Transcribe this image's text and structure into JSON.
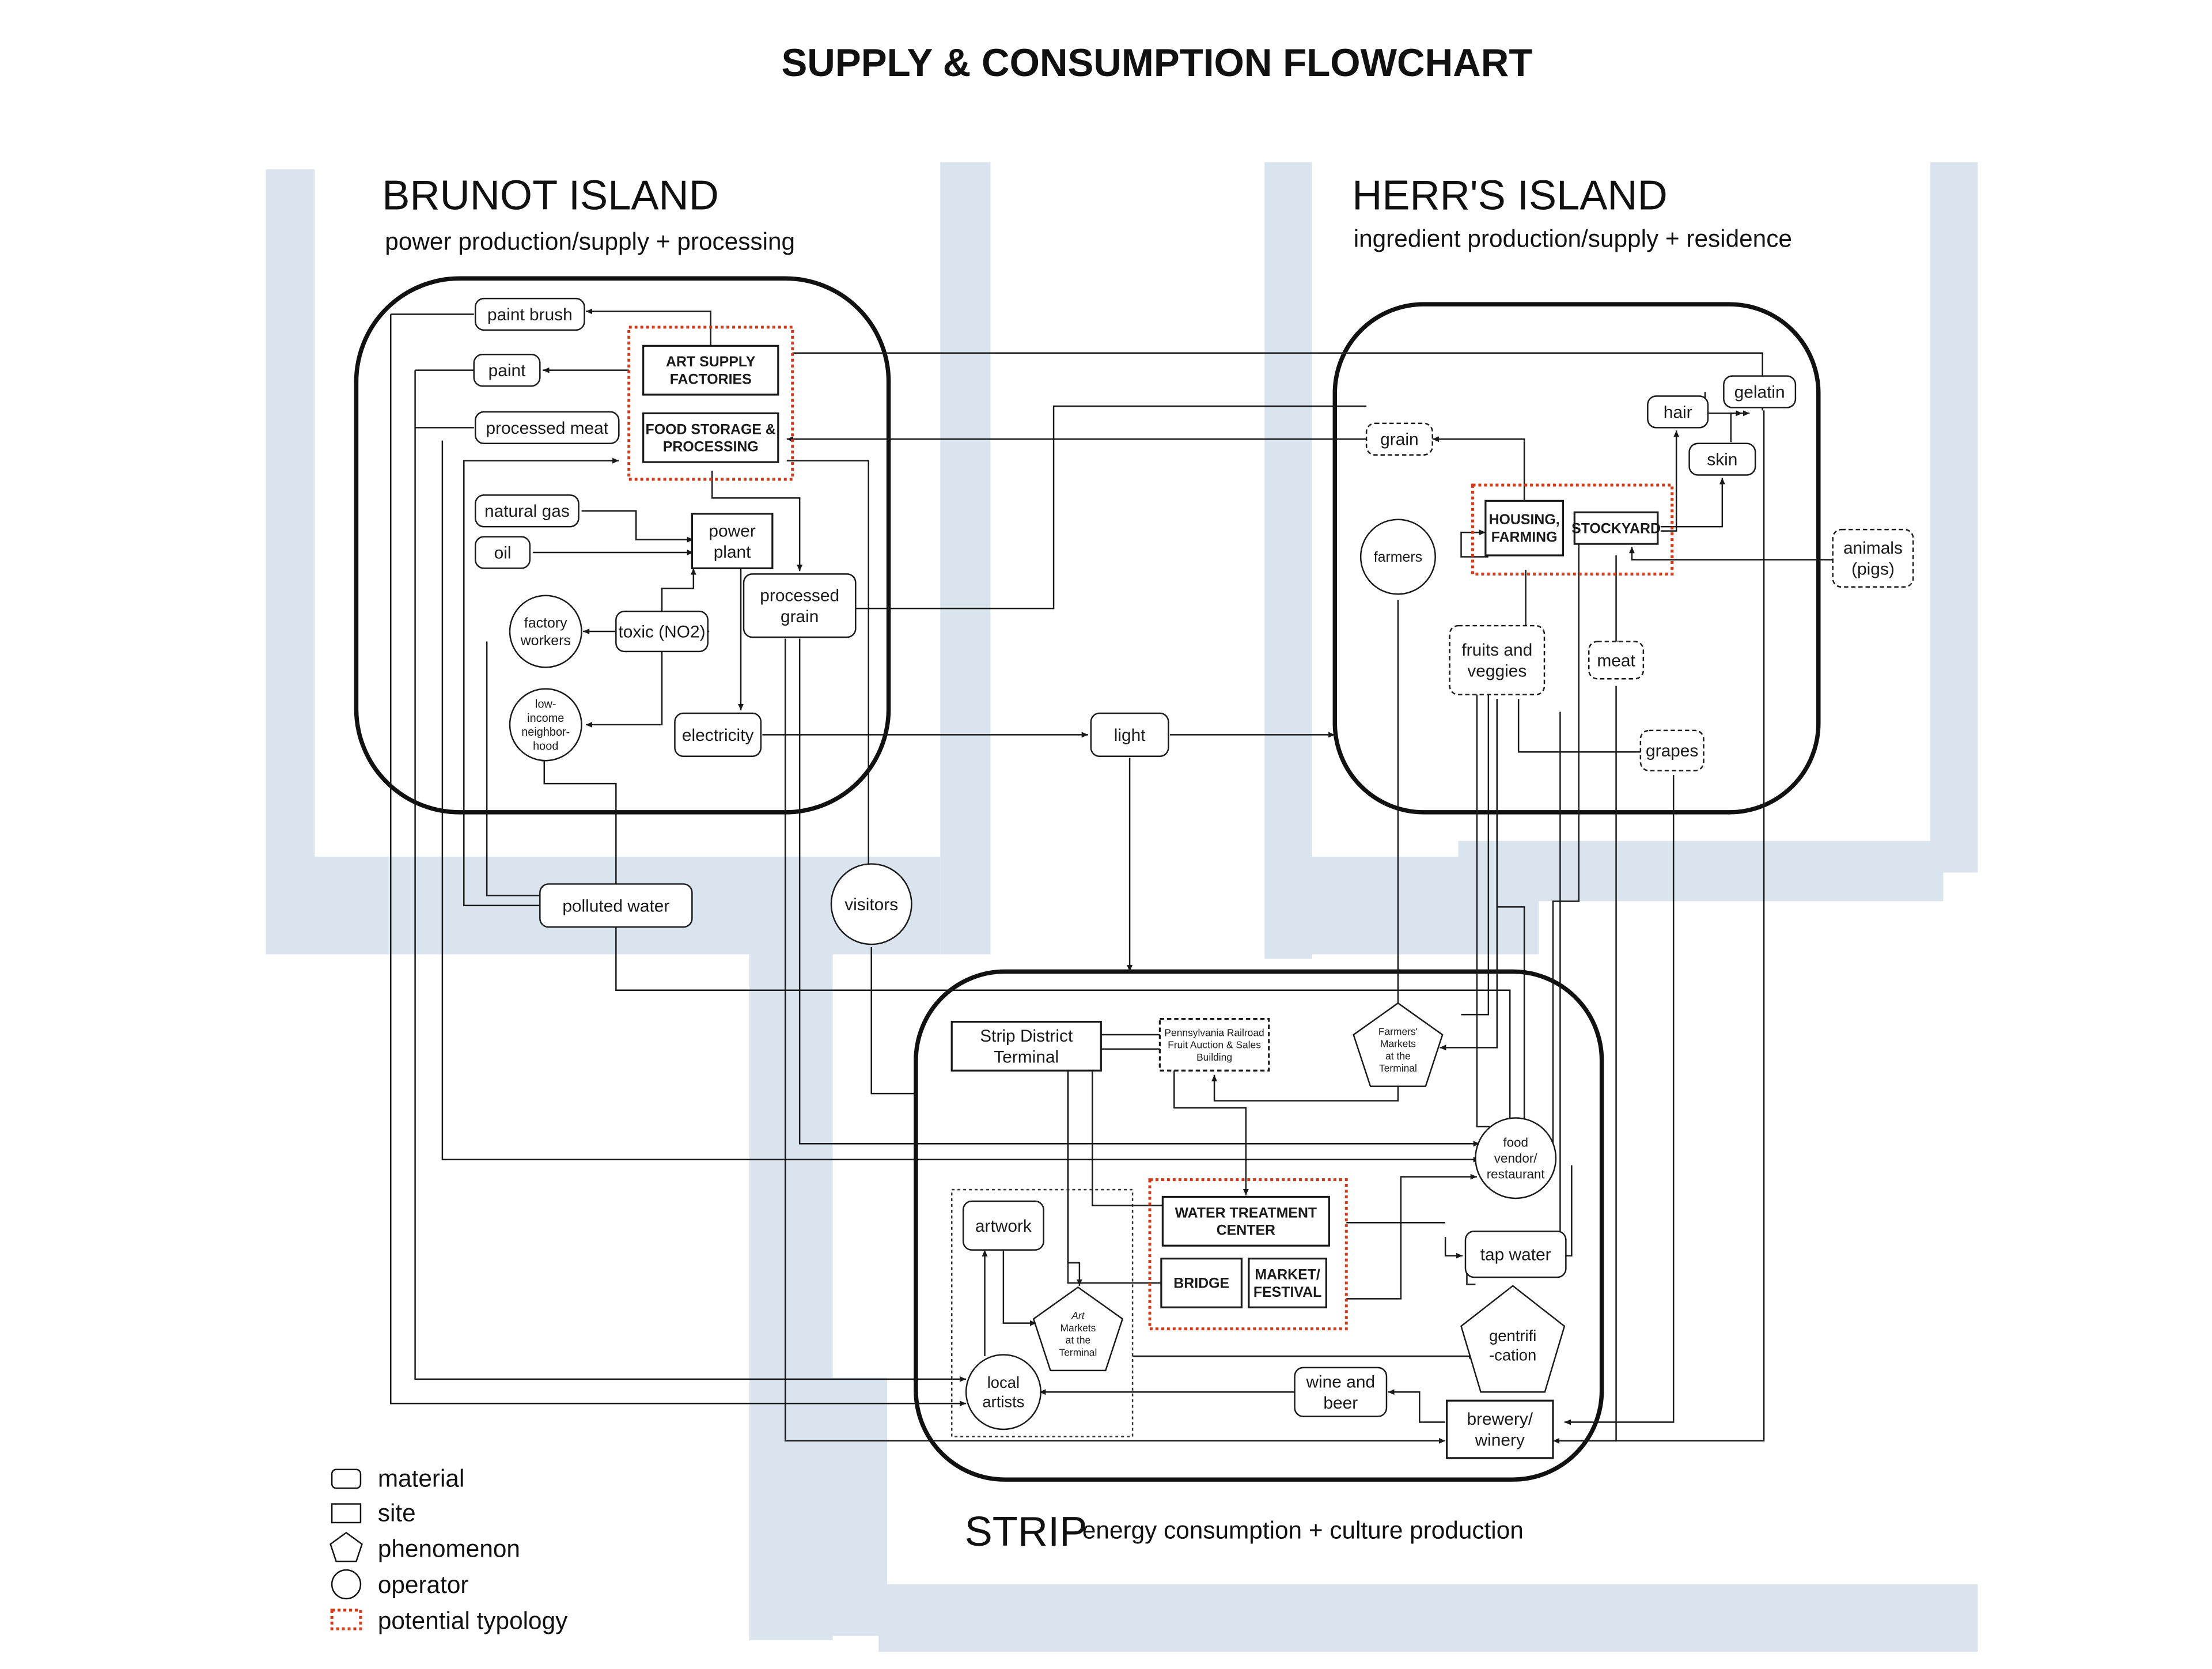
{
  "title": "SUPPLY & CONSUMPTION FLOWCHART",
  "colors": {
    "river": "#d9e4ef",
    "stroke": "#1a1a1a",
    "typology": "#d23a1a"
  },
  "regions": {
    "brunot": {
      "name": "BRUNOT ISLAND",
      "subtitle": "power production/supply + processing"
    },
    "herrs": {
      "name": "HERR'S ISLAND",
      "subtitle": "ingredient production/supply + residence"
    },
    "strip": {
      "name": "STRIP",
      "subtitle": "energy consumption + culture production"
    }
  },
  "nodes": {
    "paint_brush": "paint brush",
    "paint": "paint",
    "processed_meat": "processed meat",
    "art_supply": [
      "ART SUPPLY",
      "FACTORIES"
    ],
    "food_storage": [
      "FOOD STORAGE &",
      "PROCESSING"
    ],
    "natural_gas": "natural gas",
    "oil": "oil",
    "power_plant": [
      "power",
      "plant"
    ],
    "processed_grain": [
      "processed",
      "grain"
    ],
    "factory_workers": [
      "factory",
      "workers"
    ],
    "toxic": "toxic (NO2)",
    "low_income": [
      "low-",
      "income",
      "neighbor-",
      "hood"
    ],
    "electricity": "electricity",
    "light": "light",
    "polluted_water": "polluted water",
    "visitors": "visitors",
    "grain": "grain",
    "hair": "hair",
    "gelatin": "gelatin",
    "skin": "skin",
    "farmers": "farmers",
    "housing": [
      "HOUSING,",
      "FARMING"
    ],
    "stockyard": "STOCKYARD",
    "animals": [
      "animals",
      "(pigs)"
    ],
    "fruits": [
      "fruits and",
      "veggies"
    ],
    "meat": "meat",
    "grapes": "grapes",
    "strip_terminal": [
      "Strip District",
      "Terminal"
    ],
    "pa_railroad": [
      "Pennsylvania Railroad",
      "Fruit Auction & Sales",
      "Building"
    ],
    "farmers_markets": [
      "Farmers'",
      "Markets",
      "at the",
      "Terminal"
    ],
    "food_vendor": [
      "food",
      "vendor/",
      "restaurant"
    ],
    "artwork": "artwork",
    "water_treatment": [
      "WATER TREATMENT",
      "CENTER"
    ],
    "bridge": "BRIDGE",
    "market_festival": [
      "MARKET/",
      "FESTIVAL"
    ],
    "tap_water": "tap water",
    "art_markets": [
      "Art",
      "Markets",
      "at the",
      "Terminal"
    ],
    "gentrification": [
      "gentrifi",
      "-cation"
    ],
    "local_artists": [
      "local",
      "artists"
    ],
    "wine_beer": [
      "wine and",
      "beer"
    ],
    "brewery": [
      "brewery/",
      "winery"
    ]
  },
  "legend": [
    {
      "shape": "material",
      "label": "material"
    },
    {
      "shape": "site",
      "label": "site"
    },
    {
      "shape": "phenomenon",
      "label": "phenomenon"
    },
    {
      "shape": "operator",
      "label": "operator"
    },
    {
      "shape": "typology",
      "label": "potential typology"
    }
  ]
}
